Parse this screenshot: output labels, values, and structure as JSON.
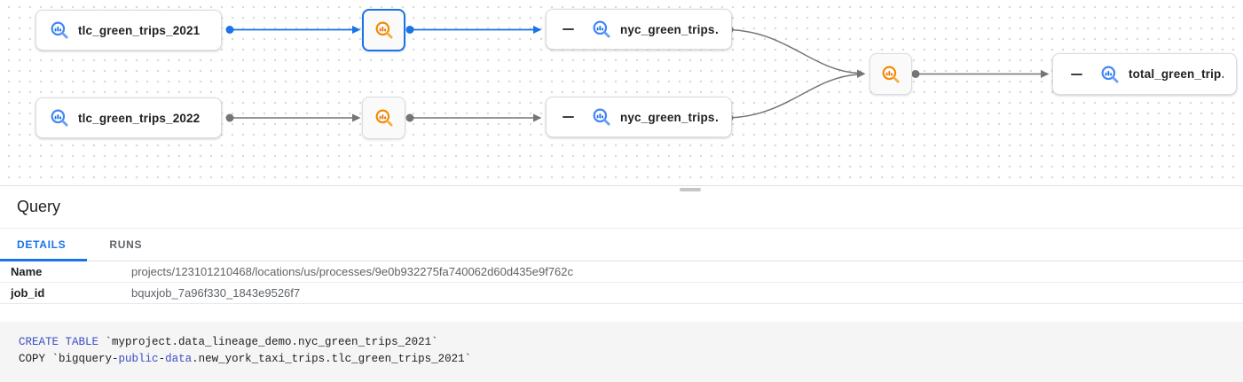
{
  "graph": {
    "nodes": {
      "tlc_2021": {
        "label": "tlc_green_trips_2021"
      },
      "tlc_2022": {
        "label": "tlc_green_trips_2022"
      },
      "nyc_2021": {
        "label": "nyc_green_trips…"
      },
      "nyc_2022": {
        "label": "nyc_green_trips…"
      },
      "total": {
        "label": "total_green_trip…"
      }
    },
    "icons": {
      "table_icon": "bigquery-table-icon (blue magnifier with bars)",
      "process_icon": "bigquery-process-icon (orange magnifier with bars)",
      "collapse_icon": "minus-collapse-toggle"
    },
    "colors": {
      "selected_edge": "#1a73e8",
      "edge_gray": "#757575",
      "node_border": "#dadce0",
      "process_orange": "#f28b00",
      "table_blue": "#4285f4"
    }
  },
  "panel": {
    "title": "Query",
    "tabs": {
      "details": "DETAILS",
      "runs": "RUNS"
    },
    "rows": [
      {
        "label": "Name",
        "value": "projects/123101210468/locations/us/processes/9e0b932275fa740062d60d435e9f762c"
      },
      {
        "label": "job_id",
        "value": "bquxjob_7a96f330_1843e9526f7"
      }
    ],
    "sql": {
      "l1_kw": "CREATE TABLE",
      "l1_rest": " `myproject.data_lineage_demo.nyc_green_trips_2021`",
      "l2_a": "COPY `bigquery",
      "l2_b": "-",
      "l2_c": "public",
      "l2_d": "-",
      "l2_e": "data",
      "l2_f": ".new_york_taxi_trips.tlc_green_trips_2021`",
      "keyword_color": "#3c4ec2"
    }
  }
}
